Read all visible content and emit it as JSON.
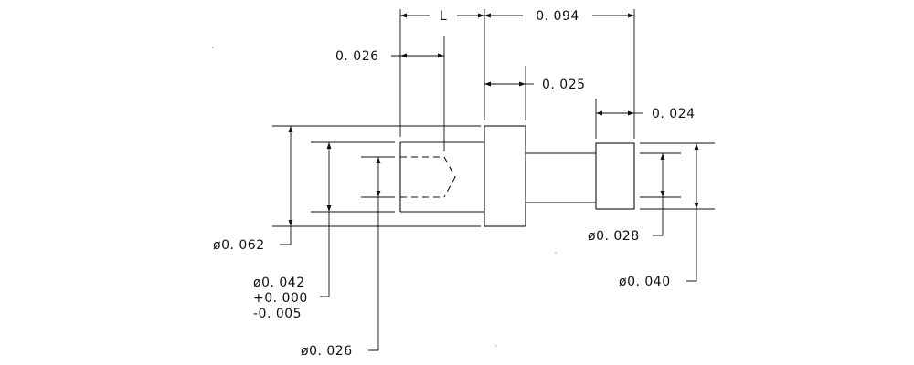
{
  "drawing": {
    "dim_L": "L",
    "dim_overall_length": "0. 094",
    "dim_bore_depth": "0. 026",
    "dim_flange_width": "0. 025",
    "dim_tail_width": "0. 024",
    "dim_flange_dia": "ø0. 062",
    "dim_body_dia_line1": "ø0. 042",
    "dim_body_dia_line2": "+0. 000",
    "dim_body_dia_line3": "-0. 005",
    "dim_bore_dia": "ø0. 026",
    "dim_tail_neck_dia": "ø0. 028",
    "dim_tail_dia": "ø0. 040"
  }
}
